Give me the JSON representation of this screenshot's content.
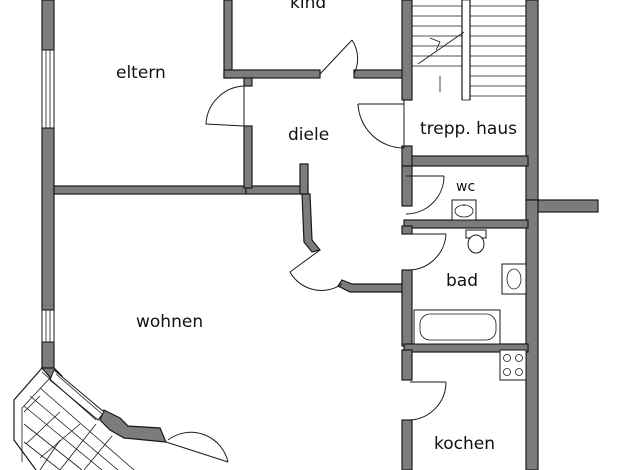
{
  "rooms": {
    "kind": "kind",
    "eltern": "eltern",
    "diele": "diele",
    "treppenhaus": "trepp. haus",
    "wc": "wc",
    "bad": "bad",
    "wohnen": "wohnen",
    "kochen": "kochen"
  },
  "colors": {
    "wall_fill": "#7c7c7c",
    "line": "#1a1a1a",
    "background": "#ffffff"
  }
}
